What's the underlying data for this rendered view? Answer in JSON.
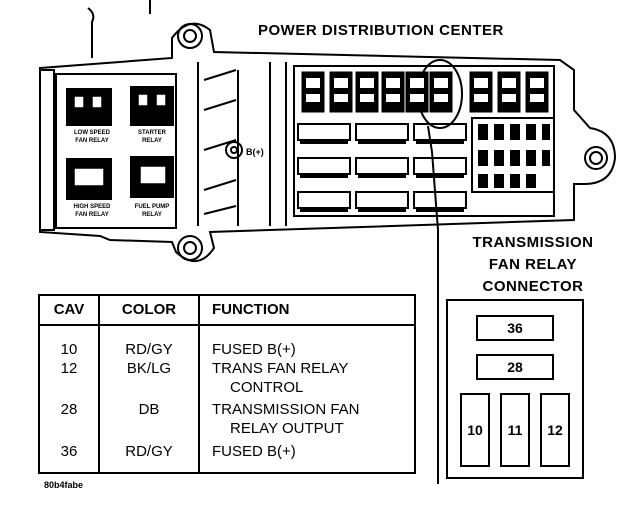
{
  "diagram_title": "POWER DISTRIBUTION CENTER",
  "connector_title": [
    "TRANSMISSION",
    "FAN RELAY",
    "CONNECTOR"
  ],
  "relay_labels": {
    "low_speed": [
      "LOW SPEED",
      "FAN RELAY"
    ],
    "starter": [
      "STARTER",
      "RELAY"
    ],
    "high_speed": [
      "HIGH SPEED",
      "FAN RELAY"
    ],
    "fuel_pump": [
      "FUEL PUMP",
      "RELAY"
    ]
  },
  "stud_label": "B(+)",
  "table": {
    "headers": [
      "CAV",
      "COLOR",
      "FUNCTION"
    ],
    "rows": [
      {
        "cav": "10",
        "color": "RD/GY",
        "function": [
          "FUSED B(+)"
        ]
      },
      {
        "cav": "12",
        "color": "BK/LG",
        "function": [
          "TRANS FAN RELAY",
          "CONTROL"
        ]
      },
      {
        "cav": "28",
        "color": "DB",
        "function": [
          "TRANSMISSION FAN",
          "RELAY OUTPUT"
        ]
      },
      {
        "cav": "36",
        "color": "RD/GY",
        "function": [
          "FUSED B(+)"
        ]
      }
    ]
  },
  "connector_pins": [
    "36",
    "28",
    "10",
    "11",
    "12"
  ],
  "caption": "80b4fabe"
}
